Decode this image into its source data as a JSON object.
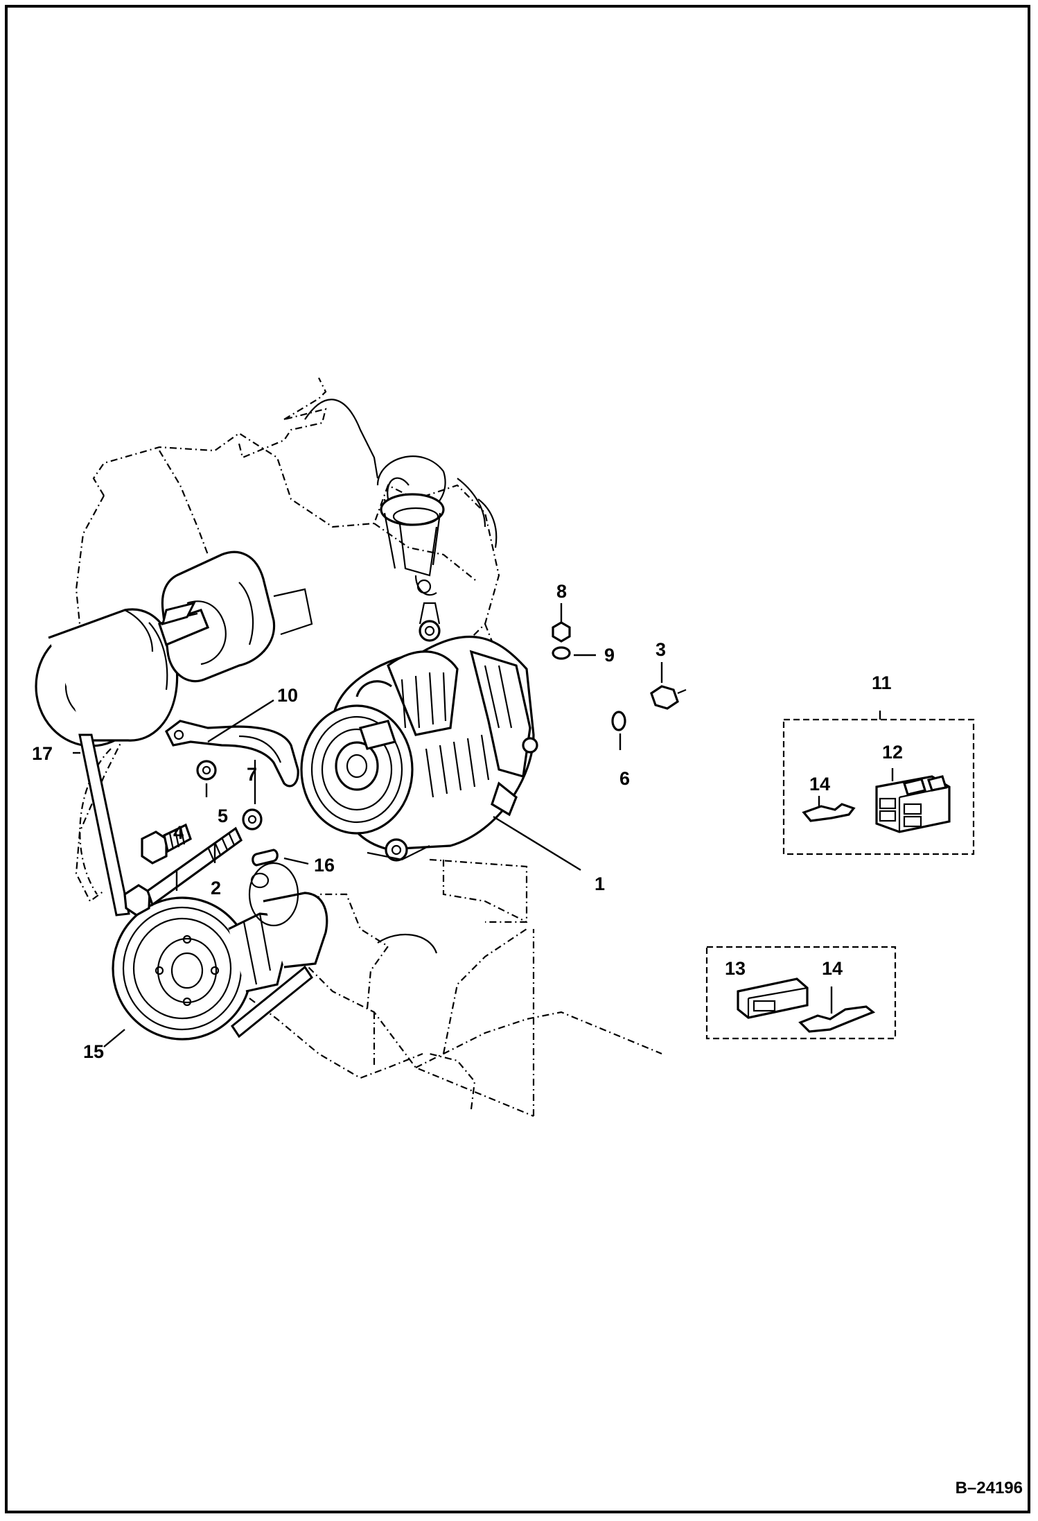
{
  "figure_number": "B–24196",
  "callouts": [
    {
      "id": "1",
      "label": "1"
    },
    {
      "id": "2",
      "label": "2"
    },
    {
      "id": "3",
      "label": "3"
    },
    {
      "id": "4",
      "label": "4"
    },
    {
      "id": "5",
      "label": "5"
    },
    {
      "id": "6",
      "label": "6"
    },
    {
      "id": "7",
      "label": "7"
    },
    {
      "id": "8",
      "label": "8"
    },
    {
      "id": "9",
      "label": "9"
    },
    {
      "id": "10",
      "label": "10"
    },
    {
      "id": "11",
      "label": "11"
    },
    {
      "id": "12",
      "label": "12"
    },
    {
      "id": "13",
      "label": "13"
    },
    {
      "id": "14a",
      "label": "14"
    },
    {
      "id": "14b",
      "label": "14"
    },
    {
      "id": "15",
      "label": "15"
    },
    {
      "id": "16",
      "label": "16"
    },
    {
      "id": "17",
      "label": "17"
    }
  ]
}
